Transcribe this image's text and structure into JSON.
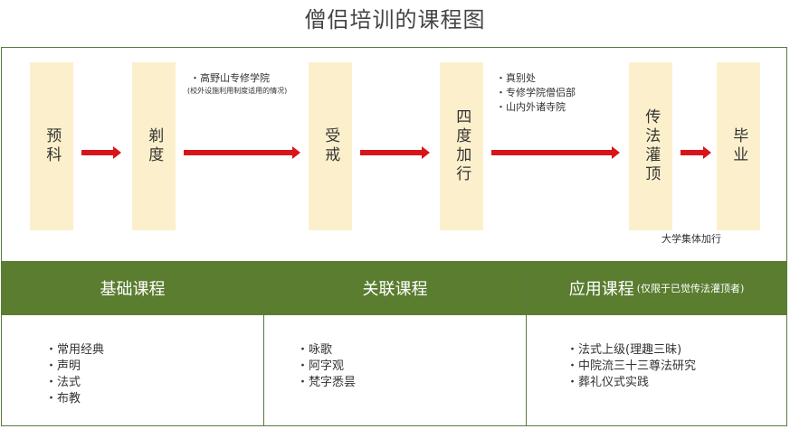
{
  "title": "僧侣培训的课程图",
  "stages": [
    {
      "label": "预科"
    },
    {
      "label": "剃度"
    },
    {
      "label": "受戒"
    },
    {
      "label": "四度加行"
    },
    {
      "label": "传法灌顶"
    },
    {
      "label": "毕业"
    }
  ],
  "notes": {
    "koyasan": "・高野山专修学院",
    "koyasan_sub": "(校外设施利用制度适用的情况)",
    "training": [
      "・真别处",
      "・专修学院僧侣部",
      "・山内外诸寺院"
    ],
    "university": "大学集体加行"
  },
  "courses": [
    {
      "title": "基础课程",
      "subtitle": "",
      "items": [
        "常用经典",
        "声明",
        "法式",
        "布教"
      ]
    },
    {
      "title": "关联课程",
      "subtitle": "",
      "items": [
        "咏歌",
        "阿字观",
        "梵字悉昙"
      ]
    },
    {
      "title": "应用课程",
      "subtitle": "(仅限于已觉传法灌顶者)",
      "items": [
        "法式上级(理趣三昧)",
        "中院流三十三尊法研究",
        "葬礼仪式实践"
      ]
    }
  ],
  "colors": {
    "band": "#5a7d30",
    "stage_fill": "#fcf0cc",
    "arrow": "#d9141b"
  }
}
